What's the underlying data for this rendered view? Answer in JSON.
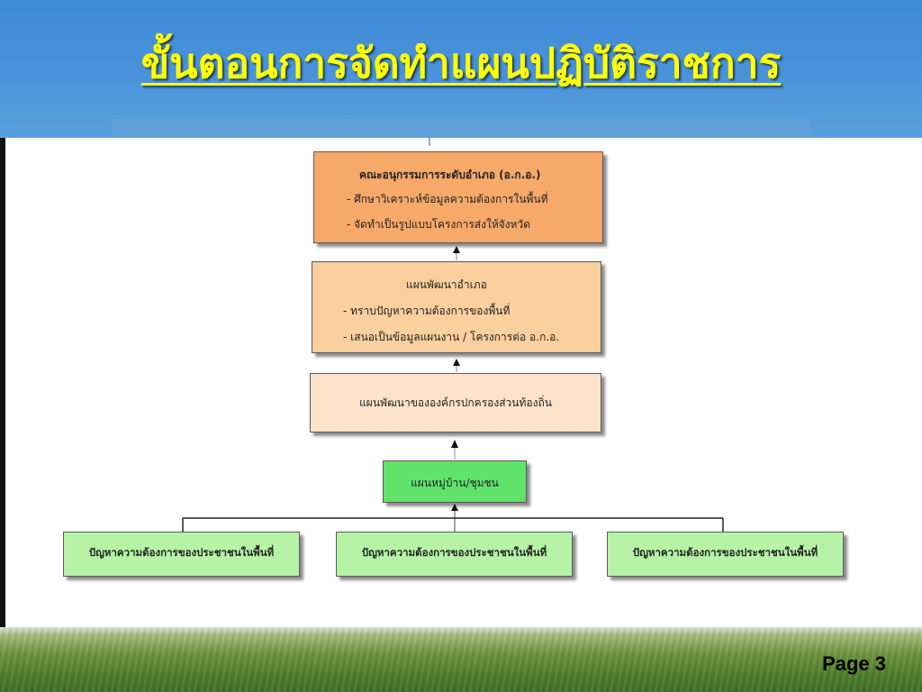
{
  "slide": {
    "title": "ขั้นตอนการจัดทำแผนปฏิบัติราชการ",
    "page_label": "Page 3"
  },
  "diagram": {
    "committee_box": {
      "title": "คณะอนุกรรมการระดับอำเภอ (อ.ก.อ.)",
      "lines": [
        "- ศึกษาวิเคราะห์ข้อมูลความต้องการในพื้นที่",
        "- จัดทำเป็นรูปแบบโครงการส่งให้จังหวัด"
      ]
    },
    "district_plan_box": {
      "title": "แผนพัฒนาอำเภอ",
      "lines": [
        "-  ทราบปัญหาความต้องการของพื้นที่",
        "-  เสนอเป็นข้อมูลแผนงาน / โครงการต่อ อ.ก.อ."
      ]
    },
    "local_plan_box": {
      "label": "แผนพัฒนาขององค์กรปกครองส่วนท้องถิ่น"
    },
    "village_plan_box": {
      "label": "แผนหมู่บ้าน/ชุมชน"
    },
    "needs_boxes": [
      {
        "label": "ปัญหาความต้องการของประชาชนในพื้นที่"
      },
      {
        "label": "ปัญหาความต้องการของประชาชนในพื้นที่"
      },
      {
        "label": "ปัญหาความต้องการของประชาชนในพื้นที่"
      }
    ]
  },
  "colors": {
    "header_blue": "#4a93da",
    "title_yellow": "#ffff00",
    "committee_orange": "#f6a969",
    "district_peach": "#fbcf9e",
    "local_light_peach": "#fde3c9",
    "village_green": "#5fe36b",
    "needs_light_green": "#b7f3a6"
  }
}
